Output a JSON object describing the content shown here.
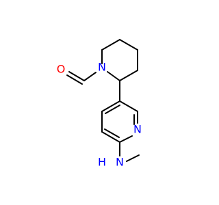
{
  "molecule": {
    "atoms": [
      {
        "id": "o1",
        "label": "O",
        "color": "#ff0000"
      },
      {
        "id": "n1",
        "label": "N",
        "color": "#0000ff"
      },
      {
        "id": "n2",
        "label": "N",
        "color": "#0000ff"
      },
      {
        "id": "nh",
        "label": "N",
        "sublabel": "H",
        "color": "#0000ff"
      }
    ],
    "colors": {
      "bond": "#000000",
      "background": "#ffffff"
    }
  }
}
